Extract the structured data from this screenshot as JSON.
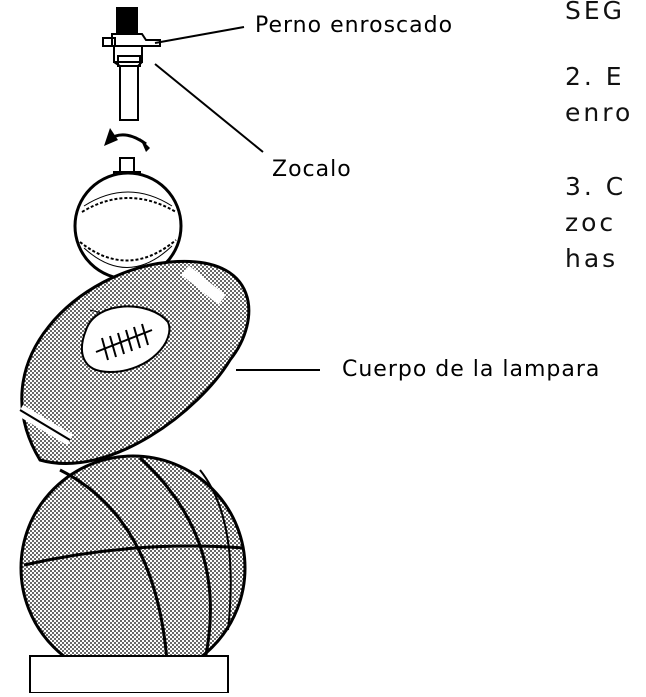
{
  "labels": {
    "threaded_bolt": "Perno enroscado",
    "socket": "Zocalo",
    "lamp_body": "Cuerpo de la lampara"
  },
  "side_text": {
    "line1": "SEG",
    "line2a": "2. E",
    "line2b": "enro",
    "line3a": "3. C",
    "line3b": "zoc",
    "line3c": "has"
  }
}
